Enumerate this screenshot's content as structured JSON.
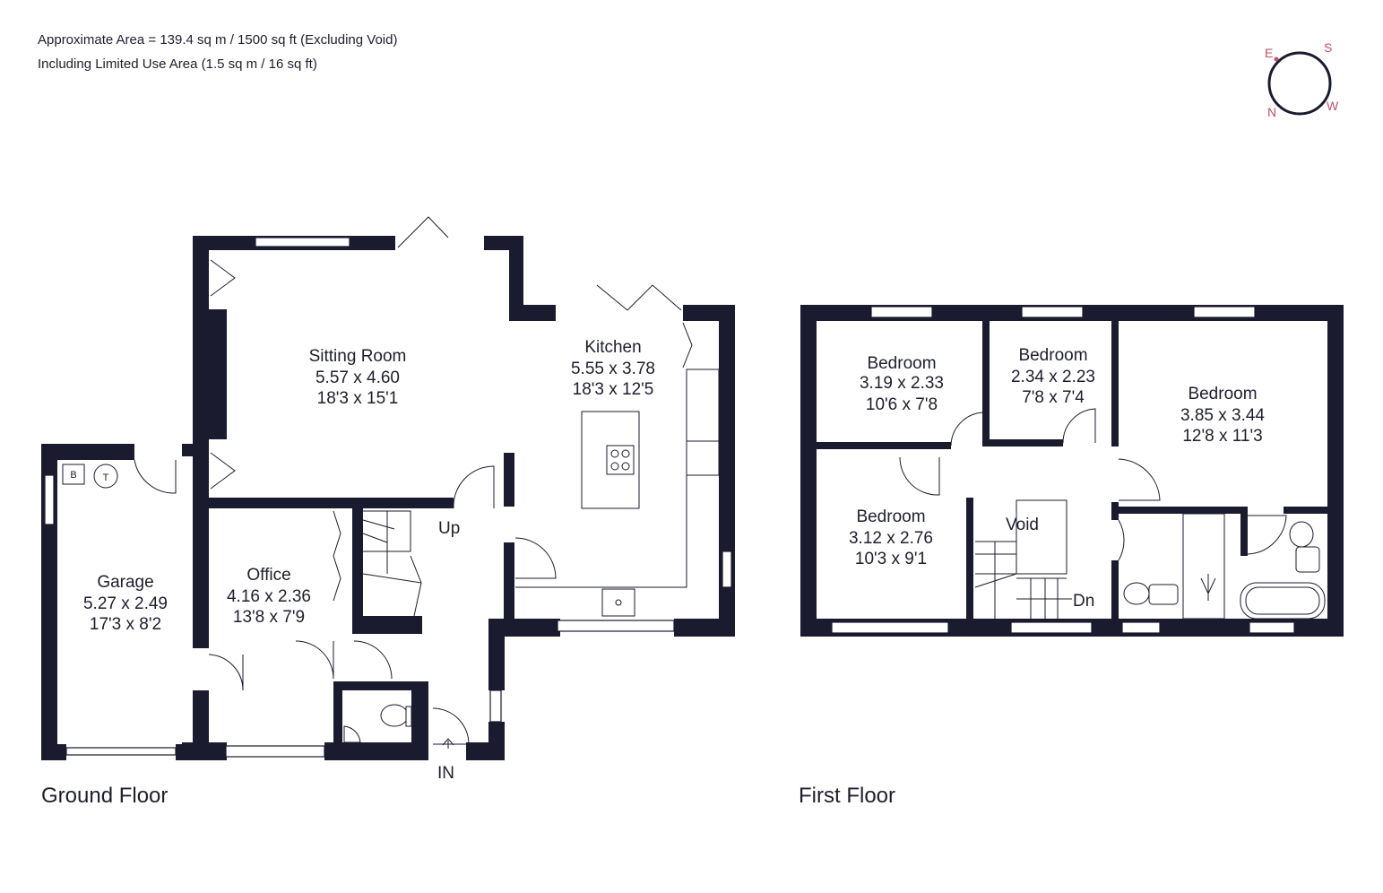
{
  "header": {
    "area_line": "Approximate Area = 139.4 sq m / 1500 sq ft (Excluding Void)",
    "limited_line": "Including Limited Use Area (1.5 sq m / 16 sq ft)"
  },
  "compass": {
    "n": "N",
    "e": "E",
    "s": "S",
    "w": "W",
    "accent": "#c0506a"
  },
  "wall_color": "#1b1b2f",
  "ground_floor": {
    "title": "Ground Floor",
    "sitting_room": {
      "name": "Sitting Room",
      "metric": "5.57 x 4.60",
      "imperial": "18'3 x 15'1"
    },
    "kitchen": {
      "name": "Kitchen",
      "metric": "5.55 x 3.78",
      "imperial": "18'3 x 12'5"
    },
    "garage": {
      "name": "Garage",
      "metric": "5.27 x 2.49",
      "imperial": "17'3 x 8'2"
    },
    "office": {
      "name": "Office",
      "metric": "4.16 x 2.36",
      "imperial": "13'8 x 7'9"
    },
    "stairs_label": "Up",
    "entrance_label": "IN",
    "boiler_label": "B",
    "tank_label": "T"
  },
  "first_floor": {
    "title": "First Floor",
    "bedroom_1": {
      "name": "Bedroom",
      "metric": "3.19 x 2.33",
      "imperial": "10'6 x 7'8"
    },
    "bedroom_2": {
      "name": "Bedroom",
      "metric": "2.34 x 2.23",
      "imperial": "7'8 x 7'4"
    },
    "bedroom_3": {
      "name": "Bedroom",
      "metric": "3.85 x 3.44",
      "imperial": "12'8 x 11'3"
    },
    "bedroom_4": {
      "name": "Bedroom",
      "metric": "3.12 x 2.76",
      "imperial": "10'3 x 9'1"
    },
    "void_label": "Void",
    "stairs_label": "Dn"
  }
}
